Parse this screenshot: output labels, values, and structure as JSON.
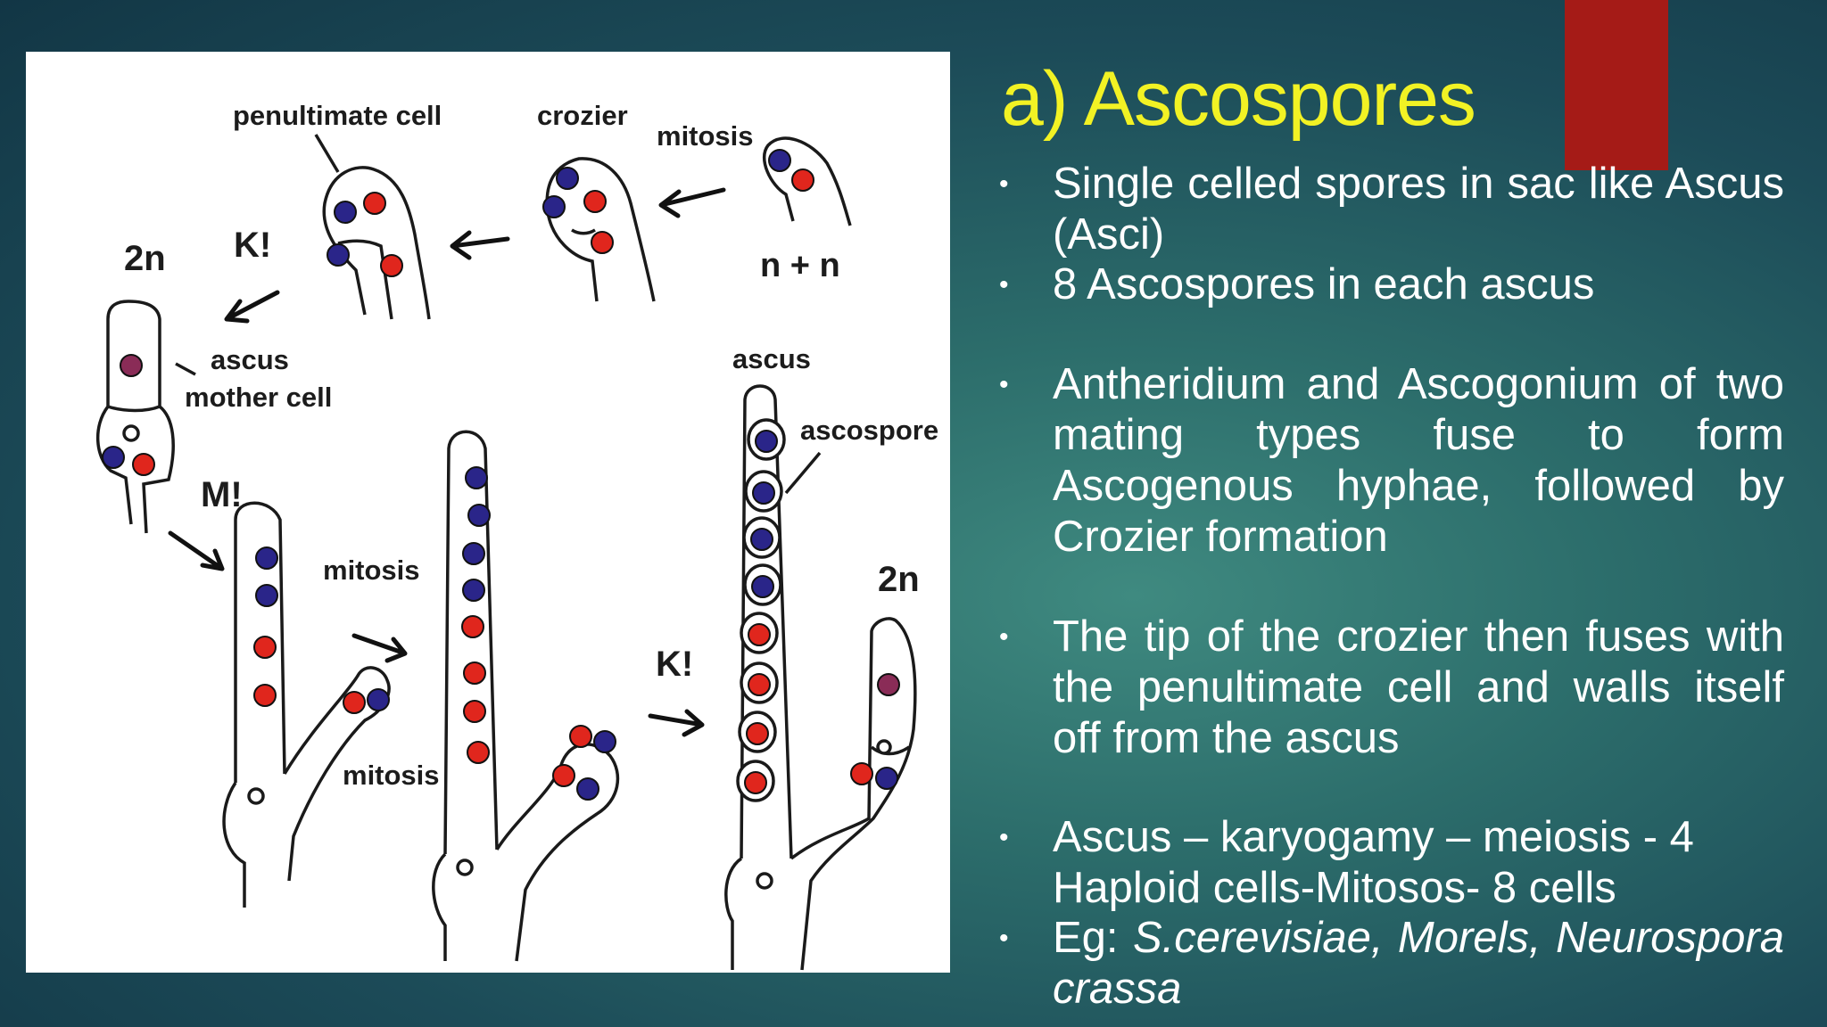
{
  "slide": {
    "title": "a) Ascospores",
    "accent_color": "#a51b17",
    "title_color": "#f2f224",
    "bullets": [
      {
        "text": "Single celled spores in sac like Ascus (Asci)"
      },
      {
        "text": "8 Ascospores in each ascus"
      },
      {
        "text": "Antheridium and Ascogonium of two mating types fuse to form Ascogenous hyphae, followed by Crozier formation"
      },
      {
        "text": "The tip of the crozier then fuses with the penultimate cell and walls itself off from the ascus"
      },
      {
        "line1": "Ascus – karyogamy – meiosis - 4",
        "line2": "Haploid cells-Mitosos- 8 cells"
      },
      {
        "prefix": "Eg: ",
        "species": "S.cerevisiae, Morels, Neurospora crassa"
      }
    ],
    "bullet_glyph": "•"
  },
  "diagram": {
    "labels": {
      "penultimate_cell": "penultimate cell",
      "crozier": "crozier",
      "mitosis_top": "mitosis",
      "n_plus_n": "n + n",
      "two_n_left": "2n",
      "k_top": "K!",
      "ascus_mother_cell_1": "ascus",
      "ascus_mother_cell_2": "mother cell",
      "m_mark": "M!",
      "mitosis_mid": "mitosis",
      "mitosis_low": "mitosis",
      "ascus": "ascus",
      "ascospore": "ascospore",
      "k_bottom": "K!",
      "two_n_right": "2n"
    },
    "nucleus_colors": {
      "blue": "#2a2589",
      "red": "#e0261d",
      "fused": "#8a2c57"
    }
  }
}
